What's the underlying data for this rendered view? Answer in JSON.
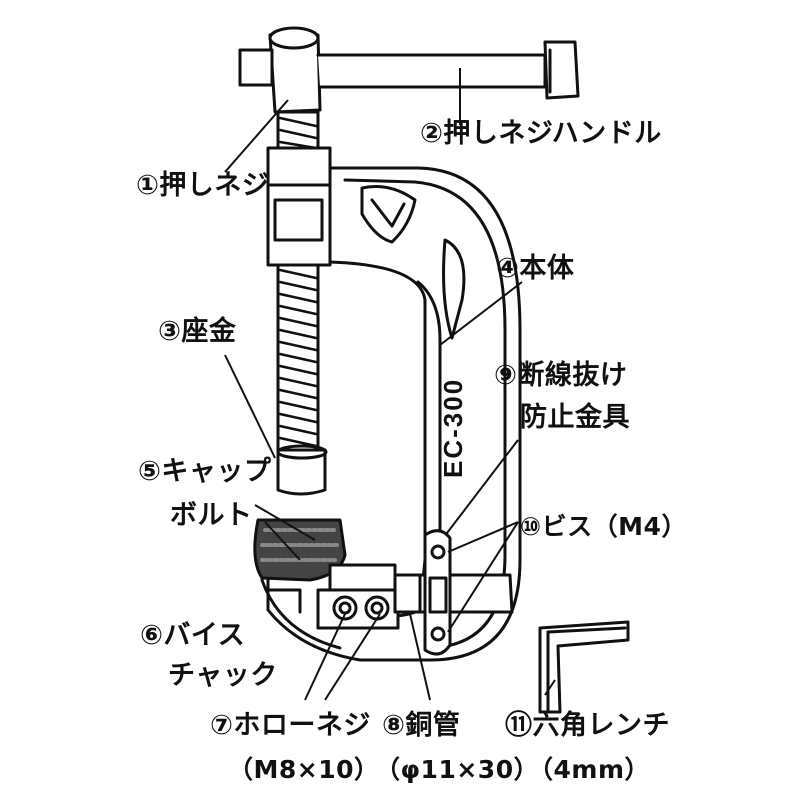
{
  "title": "",
  "model_label": "EC-300",
  "labels": [
    {
      "num": "②",
      "text": "押しネジハンドル"
    },
    {
      "num": "①",
      "text": "押しネジ"
    },
    {
      "num": "④",
      "text": "本体"
    },
    {
      "num": "③",
      "text": "座金"
    },
    {
      "num": "⑨",
      "text": "断線抜け"
    },
    {
      "num": "",
      "text": "防止金具"
    },
    {
      "num": "⑤",
      "text": "キャップ"
    },
    {
      "num": "",
      "text": "ボルト"
    },
    {
      "num": "⑩",
      "text": "ビス（M4）"
    },
    {
      "num": "⑥",
      "text": "バイス"
    },
    {
      "num": "",
      "text": "チャック"
    },
    {
      "num": "⑦",
      "text": "ホローネジ"
    },
    {
      "num": "⑧",
      "text": "銅管"
    },
    {
      "num": "⑪",
      "text": "六角レンチ"
    }
  ],
  "specs": [
    {
      "text": "（M8×10）"
    },
    {
      "text": "（φ11×30）"
    },
    {
      "text": "（4mm）"
    }
  ]
}
